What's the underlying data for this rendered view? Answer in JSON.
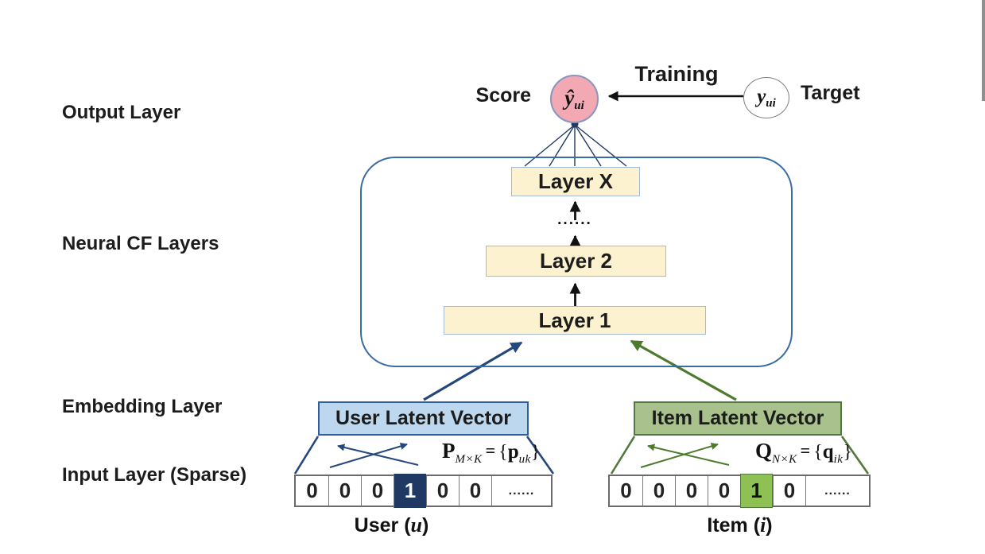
{
  "colors": {
    "navy": "#1F3864",
    "steel": "#3A6CA4",
    "cream": "#FCF2D0",
    "cream-border": "#A3BBD8",
    "lightblue": "#BDD7EE",
    "blue-border": "#2F5D9E",
    "green-fill": "#A9C18C",
    "green-border": "#50793B",
    "bright-green": "#8FC053",
    "pink": "#F2A9B3",
    "pink-border": "#8796BC"
  },
  "side_labels": {
    "output": "Output Layer",
    "neural": "Neural CF Layers",
    "embedding": "Embedding Layer",
    "input": "Input Layer (Sparse)"
  },
  "output_layer": {
    "score_label": "Score",
    "score_symbol": "ŷ",
    "score_subscript": "ui",
    "training_label": "Training",
    "target_symbol": "y",
    "target_subscript": "ui",
    "target_label": "Target"
  },
  "neural_cf": {
    "layer_x": "Layer X",
    "dots": "......",
    "layer_2": "Layer 2",
    "layer_1": "Layer 1"
  },
  "embedding": {
    "user_box": "User Latent Vector",
    "item_box": "Item Latent Vector",
    "user_formula": {
      "matrix": "P",
      "matrix_sub": "M×K",
      "eq": "=",
      "open": "{",
      "vec": "p",
      "vec_sub": "uk",
      "close": "}"
    },
    "item_formula": {
      "matrix": "Q",
      "matrix_sub": "N×K",
      "eq": "=",
      "open": "{",
      "vec": "q",
      "vec_sub": "ik",
      "close": "}"
    }
  },
  "input_layer": {
    "user": {
      "cells": [
        "0",
        "0",
        "0",
        "1",
        "0",
        "0",
        "......"
      ],
      "active_index": 3,
      "active_class": "active-navy"
    },
    "item": {
      "cells": [
        "0",
        "0",
        "0",
        "0",
        "1",
        "0",
        "......"
      ],
      "active_index": 4,
      "active_class": "active-green"
    },
    "user_caption": {
      "name": "User",
      "open": "(",
      "var": "u",
      "close": ")"
    },
    "item_caption": {
      "name": "Item",
      "open": "(",
      "var": "i",
      "close": ")"
    }
  }
}
